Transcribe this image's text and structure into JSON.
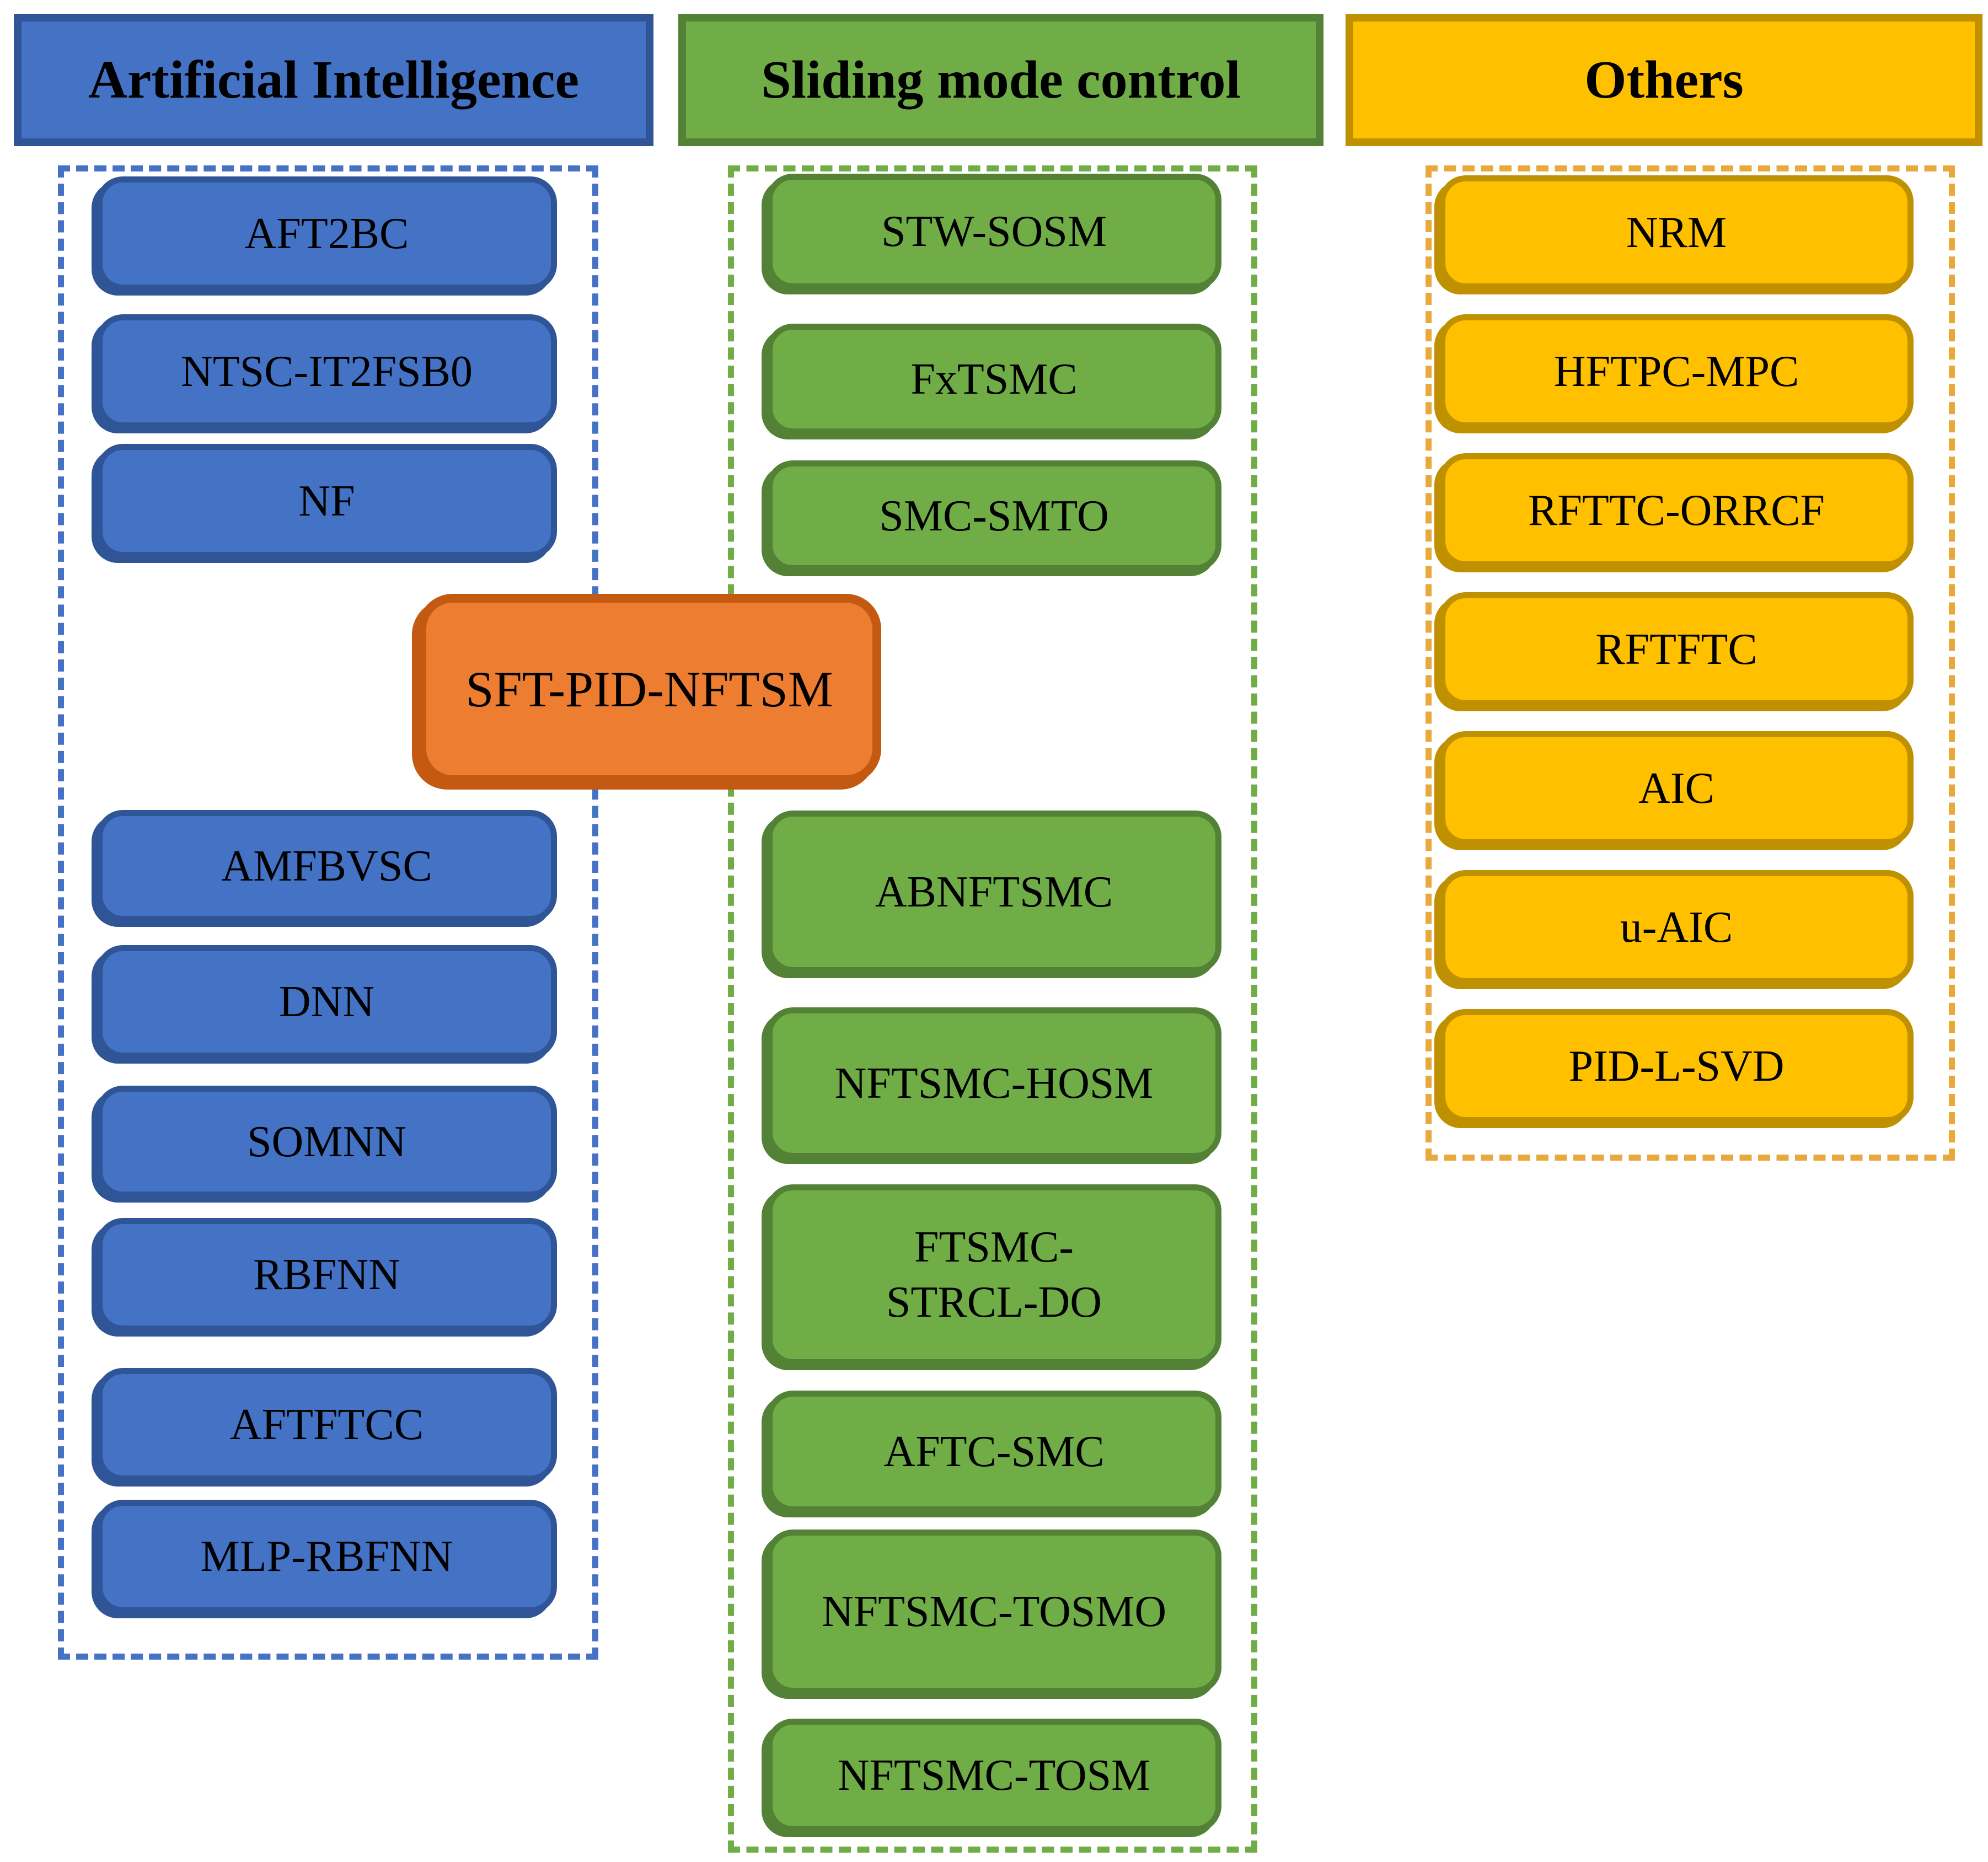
{
  "diagram": {
    "background": "#FFFFFF",
    "text_color": "#000000"
  },
  "columns": [
    {
      "id": "artificial-intelligence",
      "header": "Artificial Intelligence",
      "fill": "#4472C4",
      "border": "#2F5597",
      "dash_color": "#4472C4",
      "items": [
        "AFT2BC",
        "NTSC-IT2FSB0",
        "NF",
        "AMFBVSC",
        "DNN",
        "SOMNN",
        "RBFNN",
        "AFTFTCC",
        "MLP-RBFNN"
      ]
    },
    {
      "id": "sliding-mode-control",
      "header": "Sliding mode control",
      "fill": "#70AD47",
      "border": "#538135",
      "dash_color": "#70AD47",
      "items": [
        "STW-SOSM",
        "FxTSMC",
        "SMC-SMTO",
        "ABNFTSMC",
        "NFTSMC-HOSM",
        "FTSMC-STRCL-DO",
        "AFTC-SMC",
        "NFTSMC-TOSMO",
        "NFTSMC-TOSM"
      ]
    },
    {
      "id": "others",
      "header": "Others",
      "fill": "#FFC000",
      "border": "#BF9000",
      "dash_color": "#E9A83B",
      "items": [
        "NRM",
        "HFTPC-MPC",
        "RFTTC-ORRCF",
        "RFTFTC",
        "AIC",
        "u-AIC",
        "PID-L-SVD"
      ]
    }
  ],
  "bridge": {
    "label": "SFT-PID-NFTSM",
    "fill": "#ED7D31",
    "border": "#C45911"
  }
}
